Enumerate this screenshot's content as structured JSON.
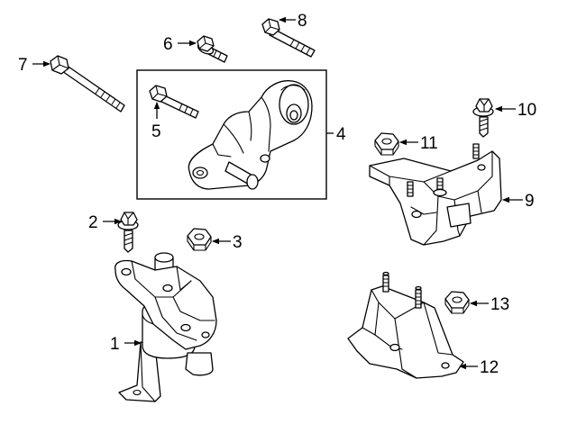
{
  "diagram": {
    "type": "exploded parts diagram",
    "callouts": [
      {
        "id": "c1",
        "label": "1"
      },
      {
        "id": "c2",
        "label": "2"
      },
      {
        "id": "c3",
        "label": "3"
      },
      {
        "id": "c4",
        "label": "4"
      },
      {
        "id": "c5",
        "label": "5"
      },
      {
        "id": "c6",
        "label": "6"
      },
      {
        "id": "c7",
        "label": "7"
      },
      {
        "id": "c8",
        "label": "8"
      },
      {
        "id": "c9",
        "label": "9"
      },
      {
        "id": "c10",
        "label": "10"
      },
      {
        "id": "c11",
        "label": "11"
      },
      {
        "id": "c12",
        "label": "12"
      },
      {
        "id": "c13",
        "label": "13"
      }
    ]
  }
}
